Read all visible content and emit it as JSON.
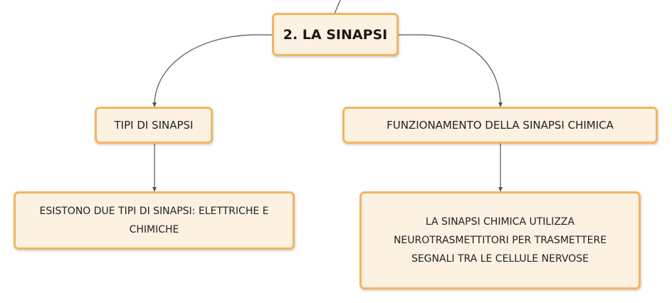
{
  "map": {
    "root": {
      "label": "2. LA SINAPSI"
    },
    "branches": [
      {
        "label": "TIPI DI SINAPSI",
        "child": {
          "label": "ESISTONO DUE TIPI DI SINAPSI: ELETTRICHE E CHIMICHE"
        }
      },
      {
        "label": "FUNZIONAMENTO DELLA SINAPSI CHIMICA",
        "child": {
          "label": "LA SINAPSI CHIMICA UTILIZZA NEUROTRASMETTITORI PER TRASMETTERE SEGNALI TRA LE CELLULE NERVOSE"
        }
      }
    ]
  },
  "colors": {
    "node_fill": "#fdf1e2",
    "node_border": "#f5b45f",
    "connector": "#555555"
  }
}
